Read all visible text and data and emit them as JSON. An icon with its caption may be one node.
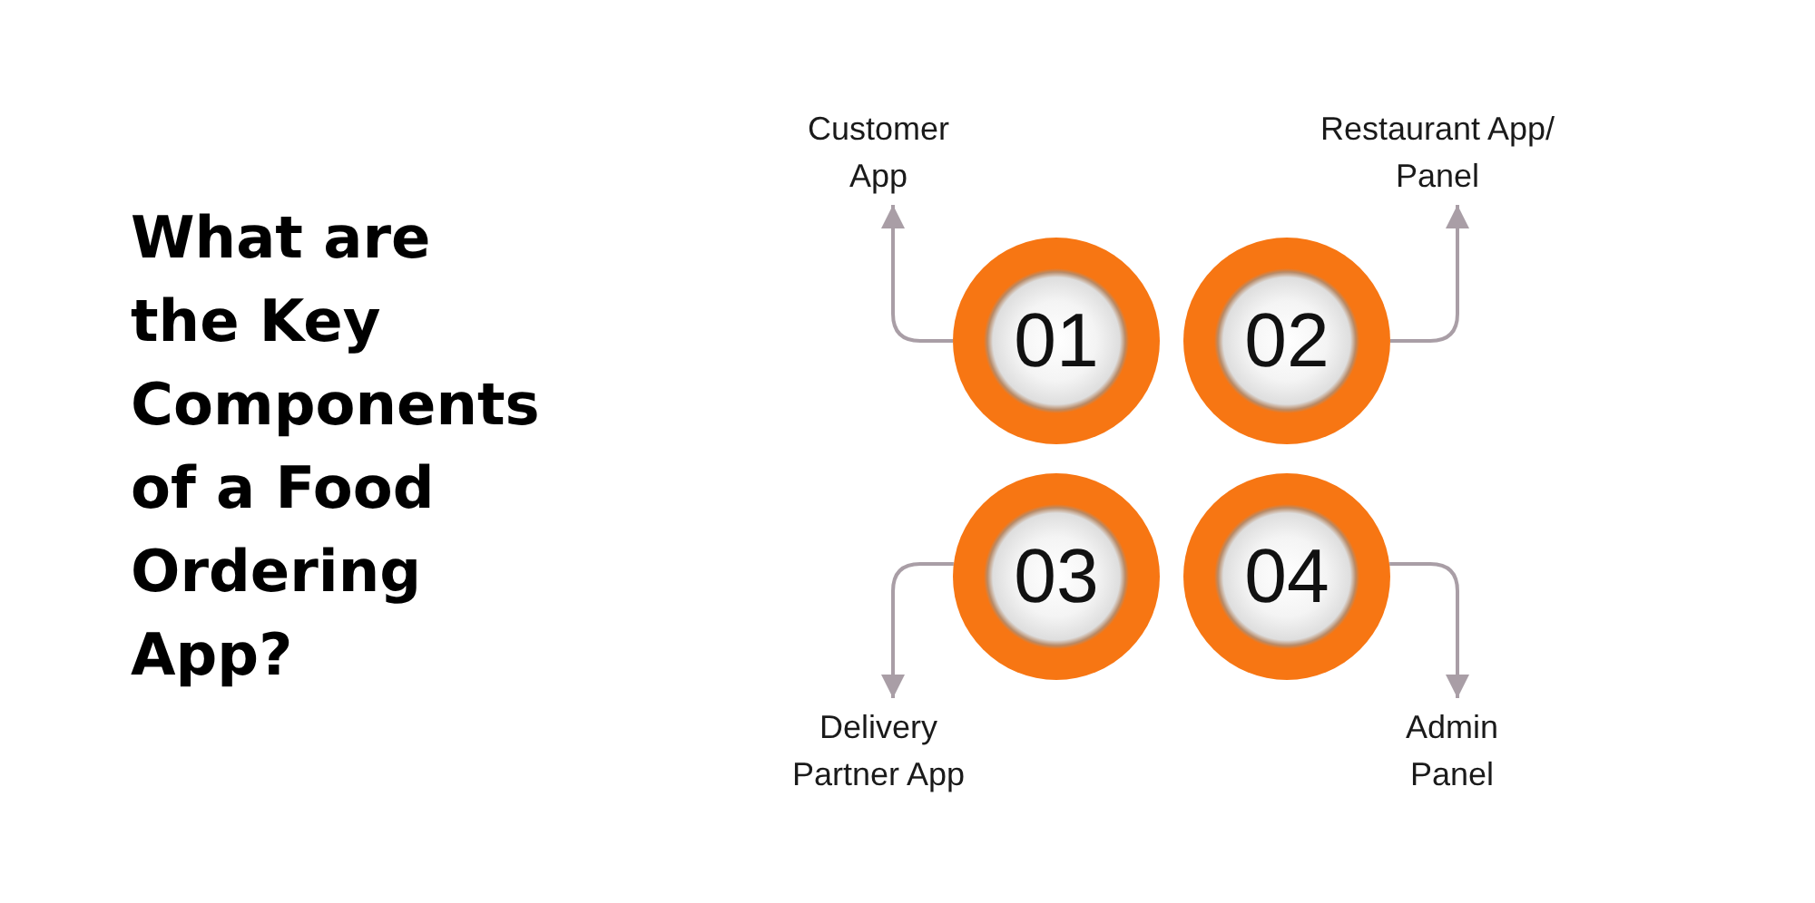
{
  "diagram": {
    "title": "What are the Key Components of a Food Ordering App?",
    "nodes": [
      {
        "text": [
          "Customer App"
        ]
      },
      {
        "text": [
          "Restaurant App/ Panel"
        ]
      },
      {
        "text": [
          "01"
        ]
      },
      {
        "text": [
          "02"
        ]
      },
      {
        "text": [
          "03"
        ]
      },
      {
        "text": [
          "04"
        ]
      },
      {
        "text": [
          "Delivery Partner App"
        ]
      },
      {
        "text": [
          "Admin Panel"
        ]
      }
    ],
    "edges": [
      {
        "from": 2,
        "to": 0,
        "arrow": "to"
      },
      {
        "from": 3,
        "to": 1,
        "arrow": "to"
      },
      {
        "from": 4,
        "to": 6,
        "arrow": "to"
      },
      {
        "from": 5,
        "to": 7,
        "arrow": "to"
      }
    ]
  }
}
